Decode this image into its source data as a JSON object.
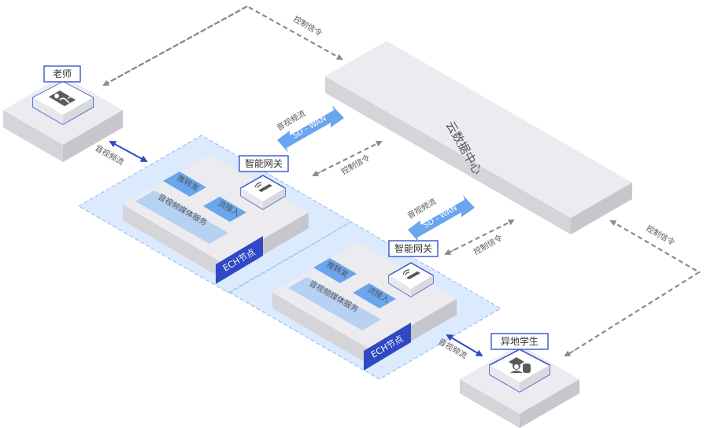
{
  "nodes": {
    "teacher": {
      "label": "老师",
      "icon": "teacher-icon"
    },
    "student": {
      "label": "异地学生",
      "icon": "student-icon"
    },
    "cloud": {
      "label": "云数据中心"
    },
    "ech_nodes": [
      {
        "badge": "ECH节点",
        "gateway_label": "智能网关",
        "services": {
          "forward": "推转发",
          "ingest": "流接入",
          "media": "音视频媒体服务"
        }
      },
      {
        "badge": "ECH节点",
        "gateway_label": "智能网关",
        "services": {
          "forward": "推转发",
          "ingest": "流接入",
          "media": "音视频媒体服务"
        }
      }
    ]
  },
  "links": {
    "control_signal": "控制信令",
    "av_stream": "音视频流",
    "sdwan": "SD - WAN"
  },
  "colors": {
    "accent_blue": "#3a56c5",
    "arrow_blue": "#6aa6ee",
    "zone_fill": "#dbeafd",
    "zone_stroke": "#9cc2f3",
    "service_blue": "#6aa6ee",
    "service_light": "#b7d1f3",
    "dash_gray": "#8a8a8a"
  }
}
